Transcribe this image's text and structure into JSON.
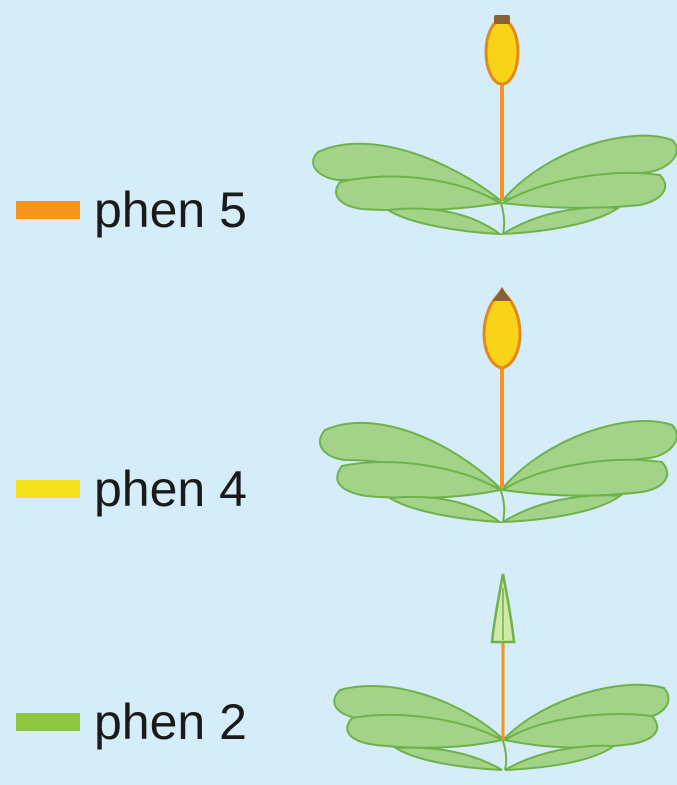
{
  "legend": [
    {
      "label": "phen 5",
      "color": "#f7941d"
    },
    {
      "label": "phen 4",
      "color": "#f5e21b"
    },
    {
      "label": "phen 2",
      "color": "#8dc63f"
    }
  ],
  "stages": [
    {
      "name": "phen 5",
      "capsule": "capsule-with-brown-lid"
    },
    {
      "name": "phen 4",
      "capsule": "capsule-with-brown-tip"
    },
    {
      "name": "phen 2",
      "capsule": "green-sporophyte-spear"
    }
  ],
  "colors": {
    "background": "#d4edf8",
    "leaf_fill": "#a3d389",
    "leaf_stroke": "#6fb24a",
    "seta": "#f7941d",
    "capsule_fill": "#f8d317",
    "capsule_stroke": "#e08a1a",
    "lid": "#8a6137",
    "spear_fill": "#cfe9a9",
    "spear_stroke": "#6fb24a"
  }
}
